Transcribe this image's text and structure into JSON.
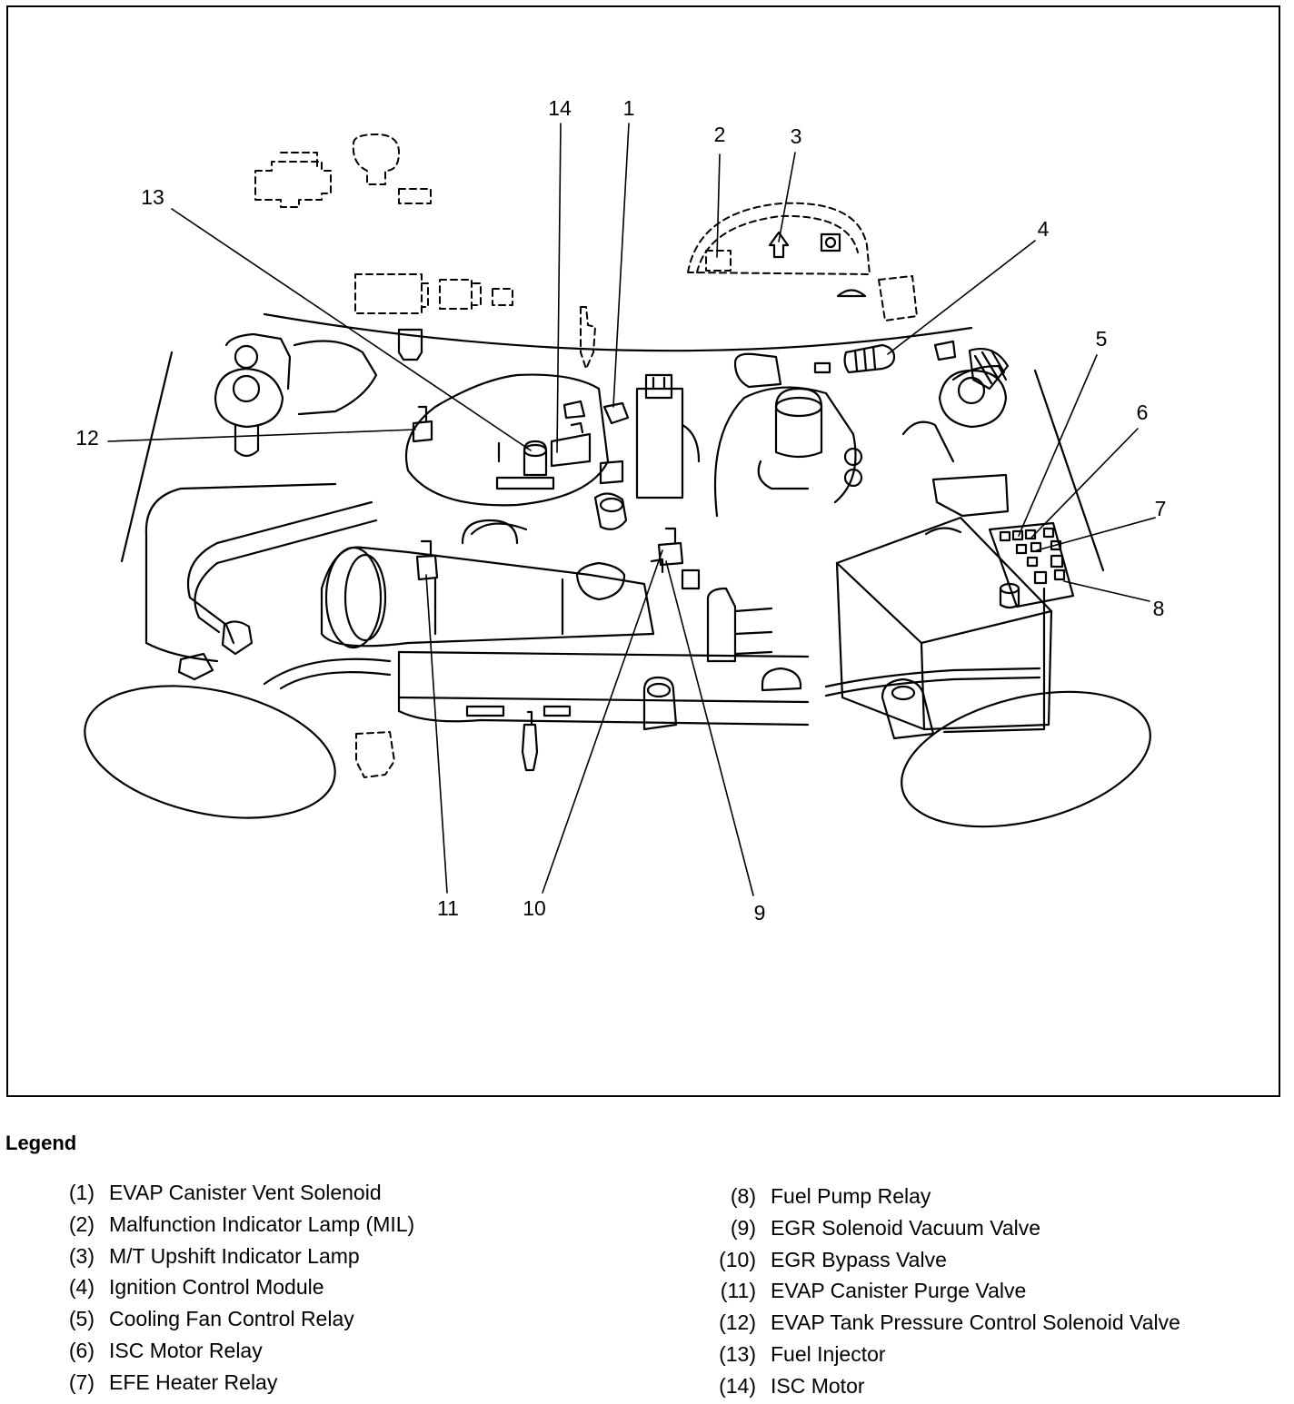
{
  "callouts": [
    "1",
    "2",
    "3",
    "4",
    "5",
    "6",
    "7",
    "8",
    "9",
    "10",
    "11",
    "12",
    "13",
    "14"
  ],
  "legend": {
    "title": "Legend",
    "left": [
      {
        "num": "(1)",
        "text": "EVAP Canister Vent Solenoid"
      },
      {
        "num": "(2)",
        "text": "Malfunction Indicator Lamp (MIL)"
      },
      {
        "num": "(3)",
        "text": "M/T Upshift Indicator Lamp"
      },
      {
        "num": "(4)",
        "text": "Ignition Control Module"
      },
      {
        "num": "(5)",
        "text": "Cooling Fan Control Relay"
      },
      {
        "num": "(6)",
        "text": "ISC Motor Relay"
      },
      {
        "num": "(7)",
        "text": "EFE Heater Relay"
      }
    ],
    "right": [
      {
        "num": "(8)",
        "text": "Fuel Pump Relay"
      },
      {
        "num": "(9)",
        "text": "EGR Solenoid Vacuum Valve"
      },
      {
        "num": "(10)",
        "text": "EGR Bypass Valve"
      },
      {
        "num": "(11)",
        "text": "EVAP Canister Purge Valve"
      },
      {
        "num": "(12)",
        "text": "EVAP Tank Pressure Control Solenoid Valve"
      },
      {
        "num": "(13)",
        "text": "Fuel Injector"
      },
      {
        "num": "(14)",
        "text": "ISC Motor"
      }
    ]
  }
}
